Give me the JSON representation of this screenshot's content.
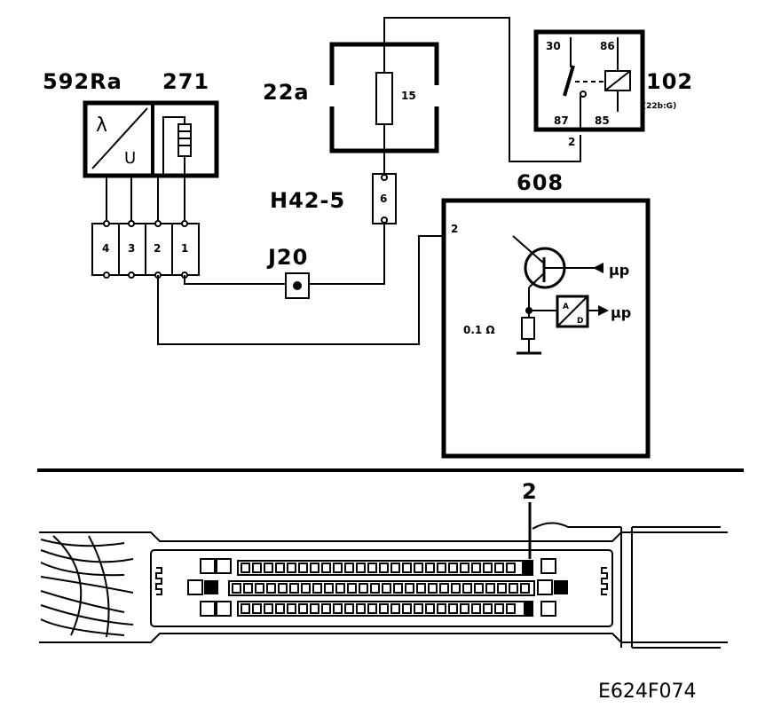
{
  "labels": {
    "lambda_sensor": "592Ra",
    "heater": "271",
    "fuse_block": "22a",
    "fuse_number": "15",
    "relay": "102",
    "relay_ref": "(22b:G)",
    "relay_pin_30": "30",
    "relay_pin_86": "86",
    "relay_pin_87": "87",
    "relay_pin_85": "85",
    "relay_pin_2": "2",
    "connector_h42": "H42-5",
    "connector_h42_pin": "6",
    "ground_j20": "J20",
    "control_unit": "608",
    "control_pin": "2",
    "resistor_value": "0.1 Ω",
    "mu_p_top": "μp",
    "mu_p_bottom": "μp",
    "ad_a": "A",
    "ad_d": "D",
    "lambda_symbol": "λ",
    "u_symbol": "U",
    "connector_pins": [
      "4",
      "3",
      "2",
      "1"
    ],
    "ecu_pin_callout": "2",
    "figure_code": "E624F074"
  },
  "colors": {
    "ink": "#000000",
    "paper": "#ffffff"
  }
}
